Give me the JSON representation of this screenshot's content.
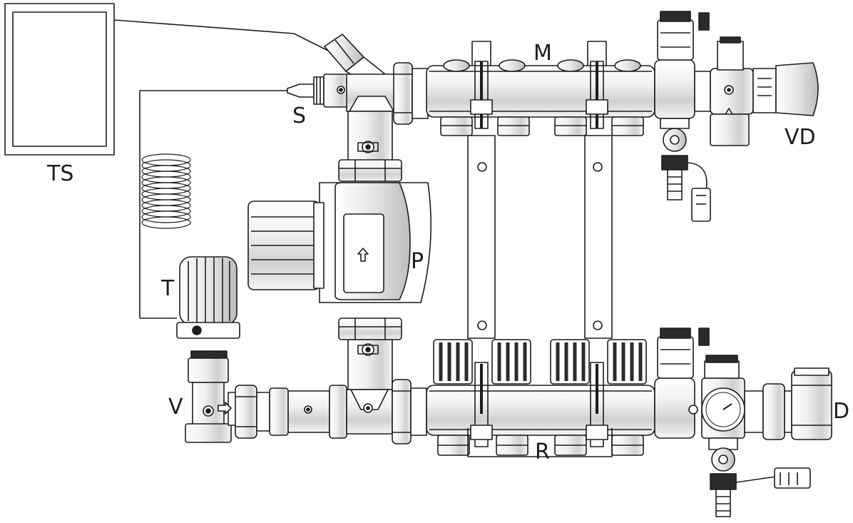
{
  "labels": {
    "ts": "TS",
    "s": "S",
    "m": "M",
    "vd": "VD",
    "p": "P",
    "t": "T",
    "v": "V",
    "r": "R",
    "d": "D"
  },
  "colors": {
    "stroke": "#1d1d1b",
    "fill": "#ffffff",
    "shade": "#d9d9d9",
    "dark": "#2b2b2b"
  }
}
